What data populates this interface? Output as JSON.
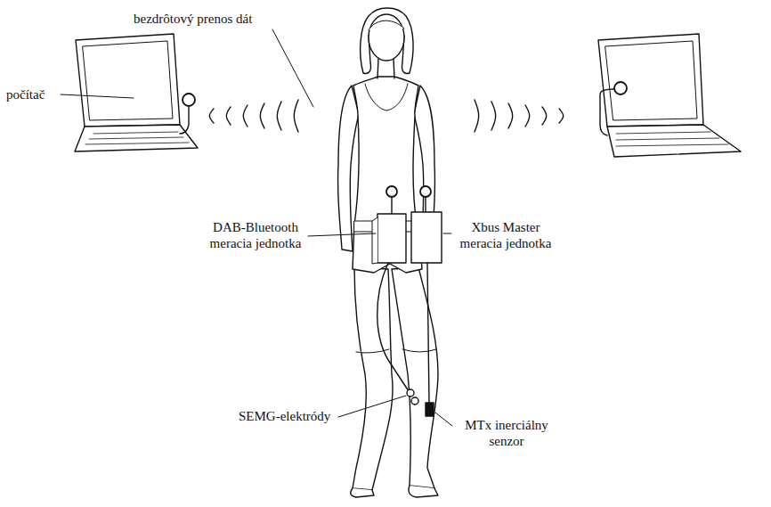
{
  "diagram": {
    "labels": [
      "bezdrôtový prenos dát",
      "počítač",
      "DAB-Bluetooth meracia jednotka",
      "Xbus Master meracia jednotka",
      "SEMG-elektródy",
      "MTx inerciálny senzor"
    ]
  }
}
